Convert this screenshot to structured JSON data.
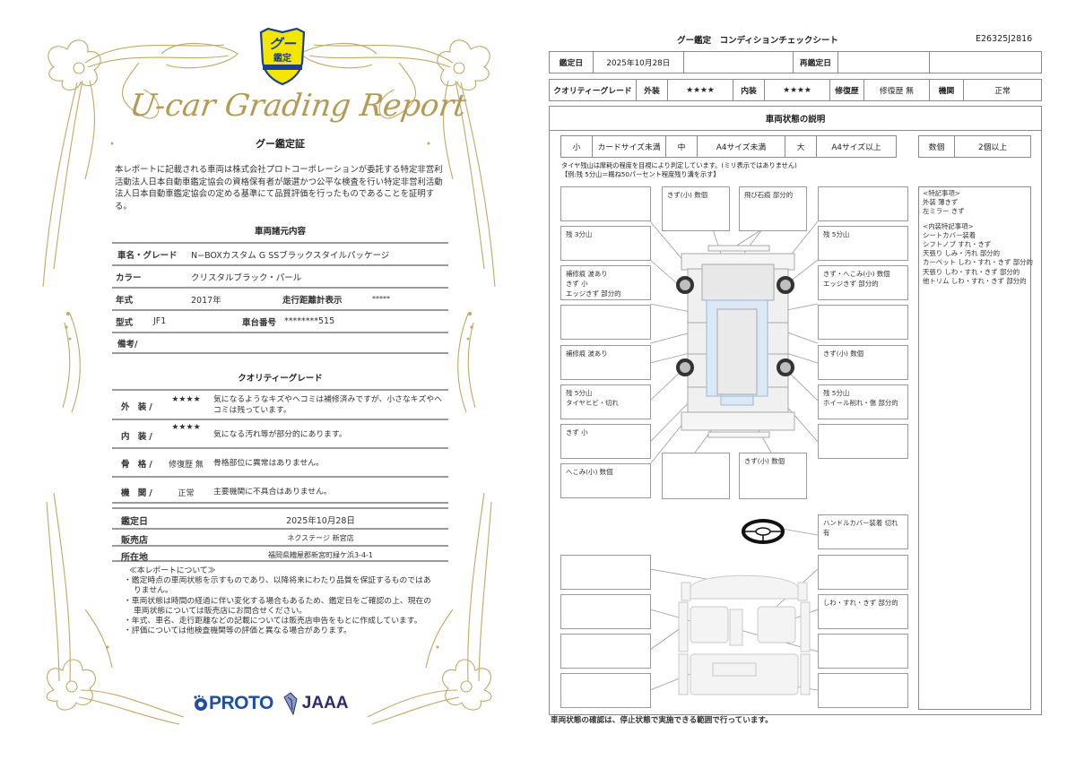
{
  "certificate": {
    "emblem": {
      "line1": "グー",
      "line2": "鑑定",
      "icon": "shield-emblem-icon",
      "colors": {
        "fill": "#f3e600",
        "border": "#1c3f8f"
      }
    },
    "script_title": "U-car Grading Report",
    "title": "グー鑑定証",
    "body": "本レポートに記載される車両は株式会社プロトコーポレーションが委託する特定非営利活動法人日本自動車鑑定協会の資格保有者が厳選かつ公平な検査を行い特定非営利活動法人日本自動車鑑定協会の定める基準にて品質評価を行ったものであることを証明する。",
    "spec_section_title": "車両諸元内容",
    "spec": {
      "name_label": "車名・グレード",
      "name_value": "N−BOXカスタム G SSブラックスタイルパッケージ",
      "color_label": "カラー",
      "color_value": "クリスタルブラック・パール",
      "year_label": "年式",
      "year_value": "2017年",
      "mileage_label": "走行距離計表示",
      "mileage_value": "*****",
      "model_label": "型式",
      "model_value": "JF1",
      "chassis_label": "車台番号",
      "chassis_value": "********515",
      "remarks_label": "備考/"
    },
    "grade_section_title": "クオリティーグレード",
    "grades": [
      {
        "label": "外 装/",
        "value": "★★★★",
        "desc": "気になるようなキズやヘコミは補修済みですが、小さなキズやヘコミは残っています。"
      },
      {
        "label": "内 装/",
        "value": "★★★★",
        "desc": "気になる汚れ等が部分的にあります。"
      },
      {
        "label": "骨 格/",
        "value": "修復歴 無",
        "desc": "骨格部位に異常はありません。"
      },
      {
        "label": "機 関/",
        "value": "正常",
        "desc": "主要機関に不具合はありません。"
      }
    ],
    "info": [
      {
        "label": "鑑定日",
        "value": "2025年10月28日"
      },
      {
        "label": "販売店",
        "value": "ネクステージ 新宮店"
      },
      {
        "label": "所在地",
        "value": "福岡県糟屋郡新宮町緑ケ浜3-4-1"
      }
    ],
    "notes_title": "≪本レポートについて≫",
    "notes": [
      "・鑑定時点の車両状態を示すものであり、以降将来にわたり品質を保証するものではありません。",
      "・車両状態は時間の経過に伴い変化する場合もあるため、鑑定日をご確認の上、現在の車両状態については販売店にお問合せください。",
      "・年式、車名、走行距離などの記載については販売店申告をもとに作成しています。",
      "・評価については他検査機関等の評価と異なる場合があります。"
    ],
    "logos": {
      "proto": "PROTO",
      "jaaa": "JAAA",
      "proto_color": "#1e4fa3",
      "jaaa_color": "#2b2b6e"
    },
    "decoration_color": "#c2a866"
  },
  "sheet": {
    "title": "グー鑑定　コンディションチェックシート",
    "code": "E26325J2816",
    "dates": {
      "label": "鑑定日",
      "value": "2025年10月28日",
      "recheck_label": "再鑑定日",
      "recheck_value": ""
    },
    "quality": {
      "label": "クオリティーグレード",
      "exterior_label": "外装",
      "exterior_value": "★★★★",
      "interior_label": "内装",
      "interior_value": "★★★★",
      "repair_label": "修復歴",
      "repair_value": "修復歴 無",
      "engine_label": "機関",
      "engine_value": "正常"
    },
    "section_title": "車両状態の説明",
    "legend": [
      {
        "key": "小",
        "desc": "カードサイズ未満"
      },
      {
        "key": "中",
        "desc": "A4サイズ未満"
      },
      {
        "key": "大",
        "desc": "A4サイズ以上"
      }
    ],
    "count_legend": {
      "key": "数個",
      "desc": "2個以上"
    },
    "tire_note_1": "タイヤ残山は摩耗の程度を目視により判定しています。(ミリ表示ではありません)",
    "tire_note_2": "【例:残 5分山＝概ね50パーセント程度残り溝を示す】",
    "exterior_boxes": {
      "left": [
        [],
        [
          "残 3分山"
        ],
        [
          "補修痕 波あり",
          "きず 小",
          "エッジきず 部分的"
        ],
        [],
        [
          "補修痕 波あり"
        ],
        [
          "残 5分山",
          "タイヤヒビ・切れ"
        ],
        [
          "きず 小"
        ],
        [
          "へこみ(小) 数個"
        ]
      ],
      "top": [
        [
          "きず(小) 数個"
        ],
        [
          "飛び石痕 部分的"
        ]
      ],
      "right": [
        [],
        [
          "残 5分山"
        ],
        [
          "きず・へこみ(小) 数個",
          "エッジきず 部分的"
        ],
        [],
        [
          "きず(小) 数個"
        ],
        [
          "残 5分山",
          "ホイール削れ・傷 部分的"
        ],
        []
      ],
      "bottom": [
        [],
        [
          "きず(小) 数個"
        ]
      ]
    },
    "steering_box": "ハンドルカバー装着 切れ有",
    "interior_boxes": {
      "left": [
        "",
        "",
        "",
        ""
      ],
      "right": [
        "",
        "しわ・すれ・きず 部分的",
        "",
        ""
      ]
    },
    "memo": {
      "special_title": "<特記事項>",
      "special": [
        "外装 薄きず",
        "左ミラー きず"
      ],
      "interior_title": "<内装特記事項>",
      "interior": [
        "シートカバー装着",
        "シフトノブ すれ・きず",
        "天張り しみ・汚れ 部分的",
        "カーペット しわ・すれ・きず 部分的",
        "天張り しわ・すれ・きず 部分的",
        "他トリム しわ・すれ・きず 部分的"
      ]
    },
    "footer": "車両状態の確認は、停止状態で実施できる範囲で行っています。"
  }
}
